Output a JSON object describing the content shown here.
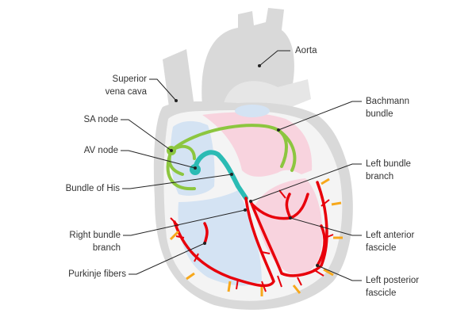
{
  "labels": {
    "aorta": "Aorta",
    "svc_1": "Superior",
    "svc_2": "vena cava",
    "sa_node": "SA node",
    "av_node": "AV node",
    "bundle_his": "Bundle of His",
    "rbb_1": "Right bundle",
    "rbb_2": "branch",
    "purkinje": "Purkinje fibers",
    "bachmann_1": "Bachmann",
    "bachmann_2": "bundle",
    "lbb_1": "Left bundle",
    "lbb_2": "branch",
    "laf_1": "Left anterior",
    "laf_2": "fascicle",
    "lpf_1": "Left posterior",
    "lpf_2": "fascicle"
  },
  "colors": {
    "heart_wall": "#d9d9d9",
    "inner_wall": "#f2f2f2",
    "right_chambers": "#d4e3f3",
    "left_chambers": "#f8d3de",
    "sa_pathways": "#8cc63f",
    "av_his": "#2bbbb4",
    "bundle_branches": "#e8000b",
    "depolarization_arrows": "#f7a81b",
    "leader": "#222222"
  }
}
